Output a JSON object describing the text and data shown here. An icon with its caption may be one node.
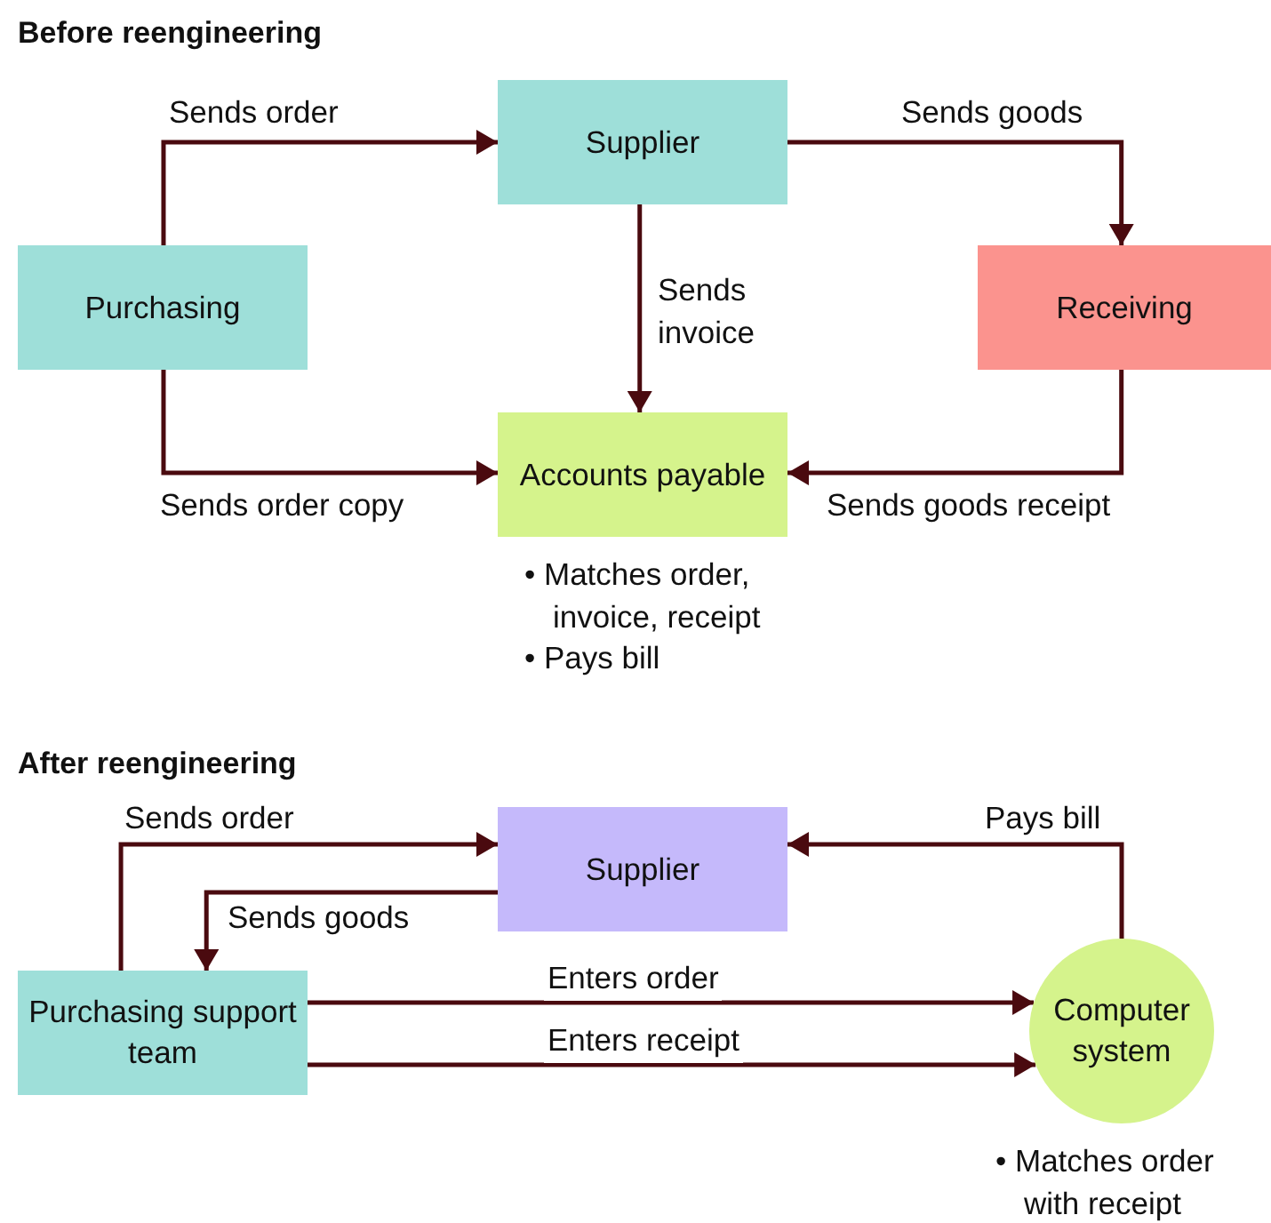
{
  "diagram": {
    "nodes": [
      {
        "text": [
          "Supplier"
        ]
      },
      {
        "text": [
          "Purchasing"
        ]
      },
      {
        "text": [
          "Receiving"
        ]
      },
      {
        "text": [
          "Accounts payable"
        ],
        "beside": [
          "• Matches order, invoice, receipt",
          "• Pays bill"
        ]
      },
      {
        "text": [
          "Supplier"
        ]
      },
      {
        "text": [
          "Purchasing support team"
        ]
      },
      {
        "text": [
          "Computer system"
        ],
        "beside": [
          "• Matches order with receipt"
        ]
      }
    ],
    "edges": [
      {
        "from": 1,
        "to": 0,
        "arrow": "to",
        "label": "Sends order"
      },
      {
        "from": 0,
        "to": 2,
        "arrow": "to",
        "label": "Sends goods"
      },
      {
        "from": 0,
        "to": 3,
        "arrow": "to",
        "label": "Sends invoice"
      },
      {
        "from": 1,
        "to": 3,
        "arrow": "to",
        "label": "Sends order copy"
      },
      {
        "from": 2,
        "to": 3,
        "arrow": "to",
        "label": "Sends goods receipt"
      },
      {
        "from": 5,
        "to": 4,
        "arrow": "to",
        "label": "Sends order"
      },
      {
        "from": 4,
        "to": 5,
        "arrow": "to",
        "label": "Sends goods"
      },
      {
        "from": 5,
        "to": 6,
        "arrow": "to",
        "label": "Enters order"
      },
      {
        "from": 5,
        "to": 6,
        "arrow": "to",
        "label": "Enters receipt"
      },
      {
        "from": 6,
        "to": 4,
        "arrow": "to",
        "label": "Pays bill"
      }
    ],
    "labels": [
      "Before reengineering",
      "After reengineering"
    ]
  }
}
